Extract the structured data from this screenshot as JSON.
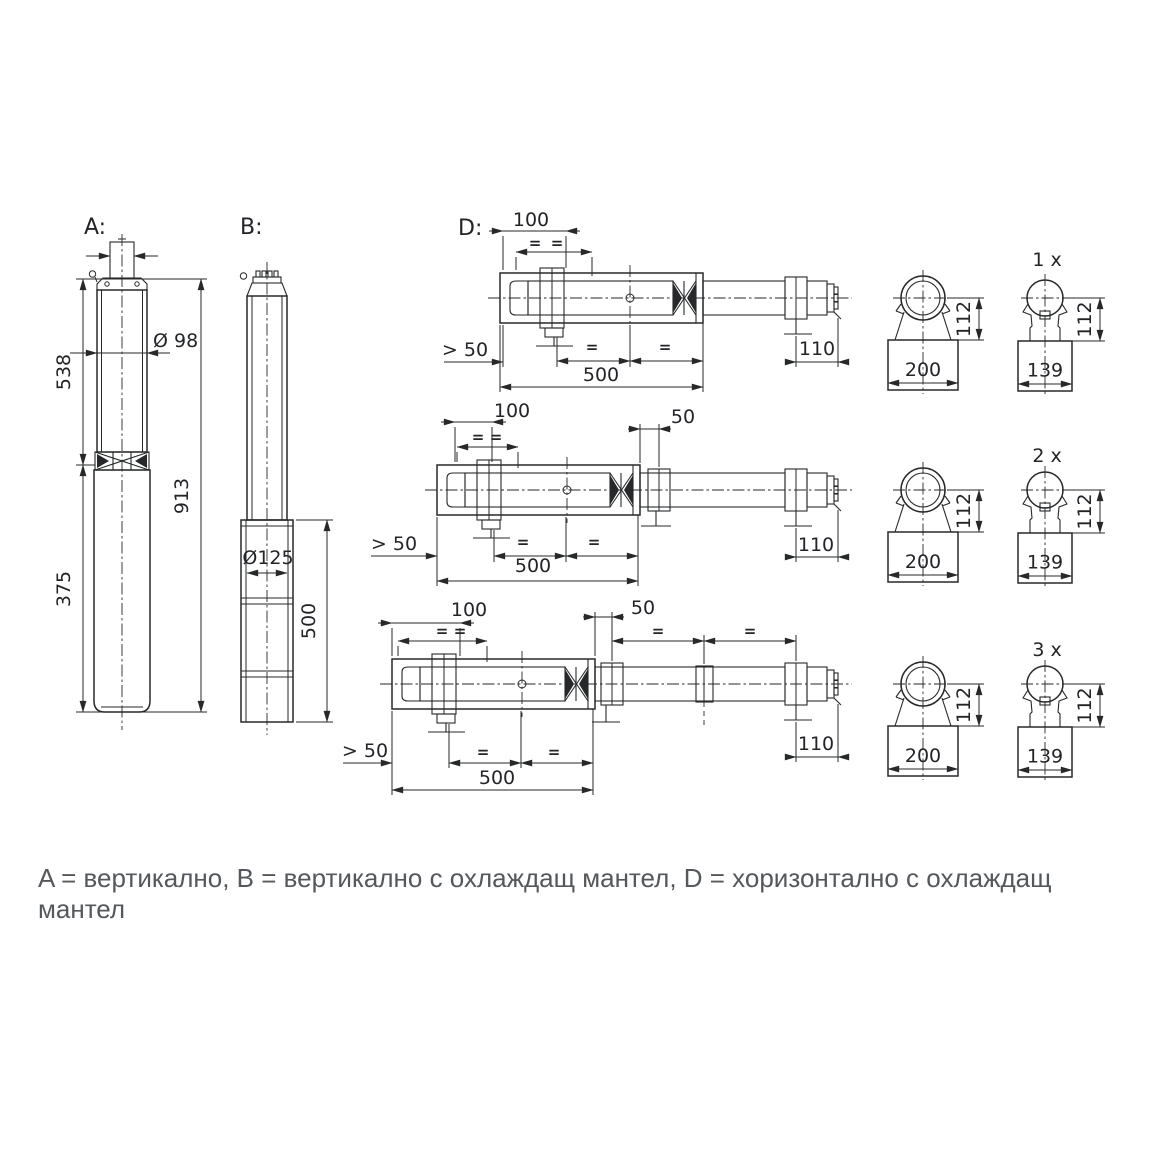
{
  "colors": {
    "background": "#ffffff",
    "line": "#26282a",
    "dim_text": "#222428",
    "caption_text": "#54585d"
  },
  "caption": "A = вертикално, B = вертикално с охлаждащ мантел, D = хоризонтално с охлаждащ мантел",
  "labels": {
    "a": "A:",
    "b": "B:",
    "d": "D:"
  },
  "pump_a": {
    "upper_length": "538",
    "lower_length": "375",
    "total_length": "913",
    "diameter": "Ø 98"
  },
  "pump_b": {
    "jacket_diameter": "Ø125",
    "jacket_length": "500"
  },
  "d": {
    "dim100": "100",
    "min50": "> 50",
    "len500": "500",
    "dim110": "110",
    "gap50": "50",
    "eq": "=",
    "counts": [
      "1 x",
      "2 x",
      "3 x"
    ],
    "section": {
      "base200": "200",
      "height112": "112",
      "base139": "139"
    }
  }
}
